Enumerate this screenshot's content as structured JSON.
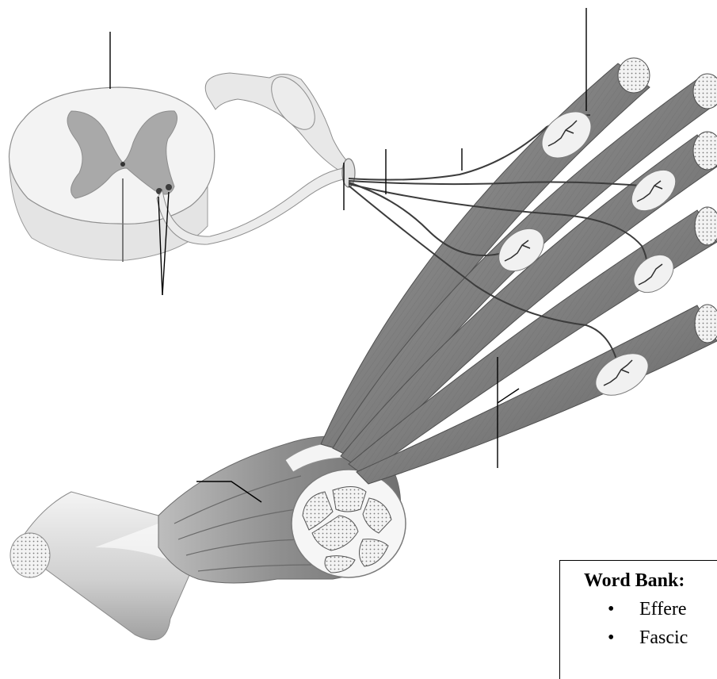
{
  "word_bank": {
    "title": "Word Bank:",
    "items": [
      {
        "bullet": "•",
        "text": "Effere"
      },
      {
        "bullet": "•",
        "text": "Fascic"
      }
    ]
  },
  "colors": {
    "muscle": "#8a8a8a",
    "muscle_dark": "#5e5e5e",
    "fiber_end": "#f2f2f2",
    "cord_white": "#f0f0f0",
    "cord_gray": "#9a9a9a",
    "tendon": "#d9d9d9",
    "nerve": "#4a4a4a",
    "leader_line": "#000000"
  }
}
